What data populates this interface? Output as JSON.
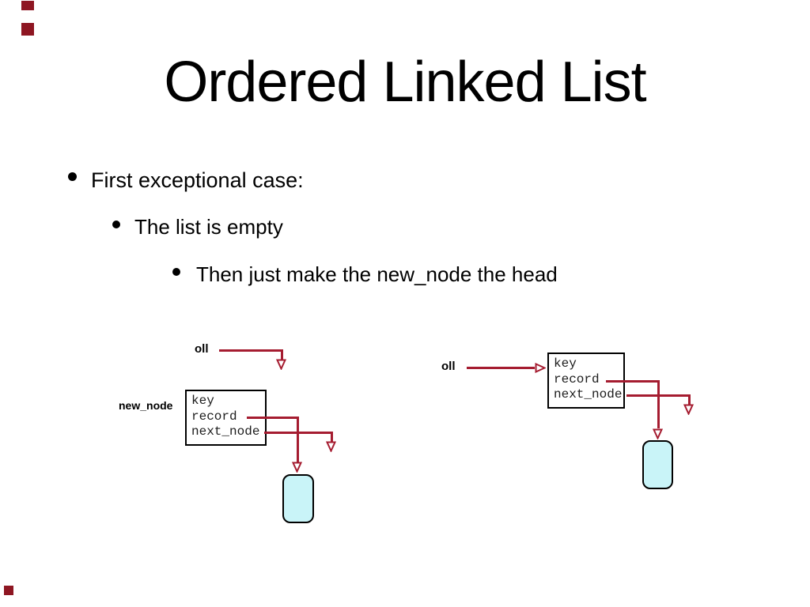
{
  "slide": {
    "title": "Ordered Linked List",
    "bullets": [
      {
        "level": 1,
        "text": "First exceptional case:"
      },
      {
        "level": 2,
        "text": "The list is empty"
      },
      {
        "level": 3,
        "text": "Then just make the new_node the head"
      }
    ]
  },
  "diagram": {
    "node_fields": [
      "key",
      "record",
      "next_node"
    ],
    "left": {
      "pointer_label": "oll",
      "node_label": "new_node"
    },
    "right": {
      "pointer_label": "oll"
    },
    "colors": {
      "arrow": "#a51c30",
      "node_fill": "#c9f4f8",
      "node_border": "#000000",
      "box_border": "#000000",
      "corner_mark": "#8e1622"
    }
  }
}
